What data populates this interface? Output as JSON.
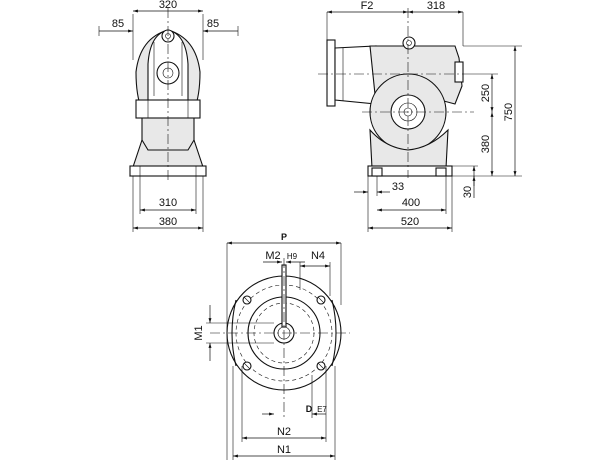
{
  "front_view": {
    "dims": {
      "overall_width": "320",
      "left_overhang": "85",
      "right_overhang": "85",
      "foot_width": "310",
      "base_width": "380"
    }
  },
  "side_view": {
    "dims": {
      "f2": "F2",
      "right_offset": "318",
      "height_upper": "250",
      "height_total": "750",
      "height_lower": "380",
      "foot_offset": "33",
      "foot_thickness": "30",
      "foot_span": "400",
      "base_length": "520"
    }
  },
  "flange_view": {
    "dims": {
      "p": "P",
      "m2": "M2",
      "m2_tol": "H9",
      "n4": "N4",
      "m1": "M1",
      "d": "D",
      "d_tol": "E7",
      "n2": "N2",
      "n1": "N1"
    }
  }
}
